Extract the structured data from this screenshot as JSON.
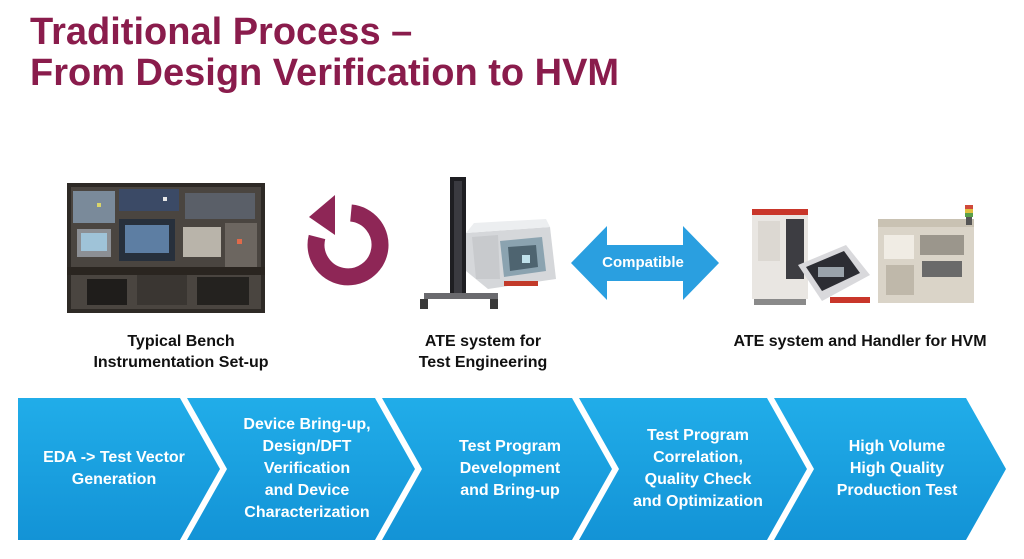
{
  "title": {
    "line1": "Traditional Process –",
    "line2": "From Design Verification to HVM"
  },
  "colors": {
    "title": "#8a1c4c",
    "arrow_maroon": "#8e2656",
    "chevron_blue": "#1aa3e4",
    "compat_blue": "#2a9fe0"
  },
  "stages": [
    {
      "icon": "bench-instruments-photo",
      "caption": [
        "Typical Bench",
        "Instrumentation Set-up"
      ]
    },
    {
      "icon": "ate-tester-photo",
      "caption": [
        "ATE system for",
        "Test Engineering"
      ]
    },
    {
      "icon": "ate-handler-photo",
      "caption": [
        "ATE system and Handler for HVM"
      ]
    }
  ],
  "loop_arrow_icon": "circular-arrow-icon",
  "compatible_label": "Compatible",
  "flow": [
    {
      "lines": [
        "EDA -> Test Vector",
        "Generation"
      ]
    },
    {
      "lines": [
        "Device Bring-up,",
        "Design/DFT",
        "Verification",
        "and Device",
        "Characterization"
      ]
    },
    {
      "lines": [
        "Test Program",
        "Development",
        "and Bring-up"
      ]
    },
    {
      "lines": [
        "Test Program",
        "Correlation,",
        "Quality Check",
        "and Optimization"
      ]
    },
    {
      "lines": [
        "High Volume",
        "High Quality",
        "Production Test"
      ]
    }
  ]
}
